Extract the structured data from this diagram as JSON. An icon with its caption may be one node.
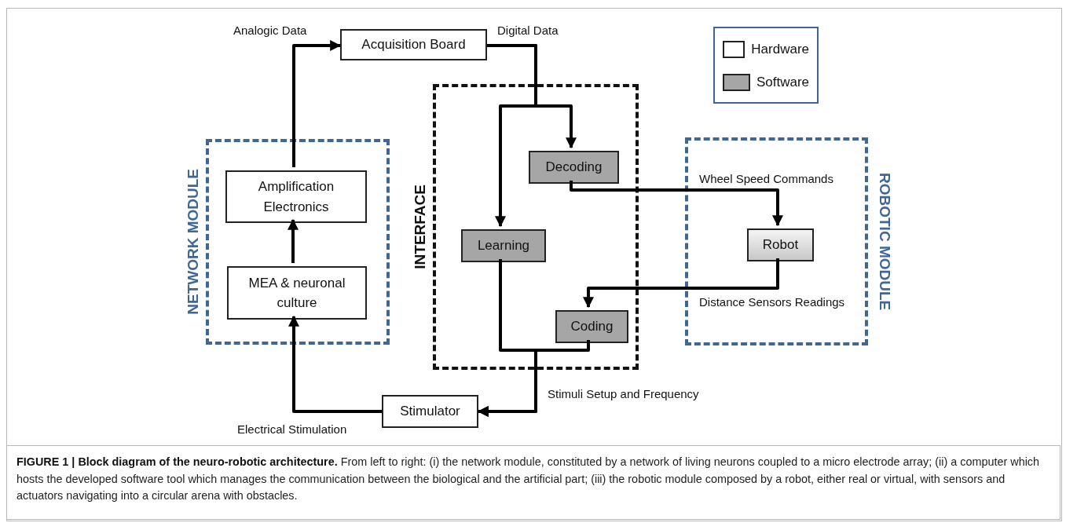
{
  "diagram": {
    "nodes": [
      {
        "text": [
          "NETWORK MODULE"
        ]
      },
      {
        "text": [
          "Amplification Electronics"
        ],
        "in": 0
      },
      {
        "text": [
          "MEA & neuronal culture"
        ],
        "in": 0
      },
      {
        "text": [
          "Acquisition Board"
        ]
      },
      {
        "text": [
          "INTERFACE"
        ]
      },
      {
        "text": [
          "Decoding"
        ],
        "in": 4
      },
      {
        "text": [
          "Learning"
        ],
        "in": 4
      },
      {
        "text": [
          "Coding"
        ],
        "in": 4
      },
      {
        "text": [
          "ROBOTIC MODULE"
        ]
      },
      {
        "text": [
          "Robot"
        ],
        "in": 8
      },
      {
        "text": [
          "Stimulator"
        ]
      }
    ],
    "edges": [
      {
        "from": 2,
        "to": 1,
        "arrow": "to"
      },
      {
        "from": 1,
        "to": 3,
        "arrow": "to",
        "label": "Analogic Data"
      },
      {
        "from": 3,
        "to": 5,
        "arrow": "to",
        "label": "Digital Data"
      },
      {
        "from": 3,
        "to": 6,
        "arrow": "to"
      },
      {
        "from": 5,
        "to": 9,
        "arrow": "to",
        "label": "Wheel Speed Commands"
      },
      {
        "from": 9,
        "to": 7,
        "arrow": "to",
        "label": "Distance Sensors Readings"
      },
      {
        "from": 6,
        "to": 10,
        "arrow": "to",
        "label": "Stimuli Setup and Frequency"
      },
      {
        "from": 7,
        "to": 10,
        "arrow": "to"
      },
      {
        "from": 10,
        "to": 2,
        "arrow": "to",
        "label": "Electrical Stimulation"
      }
    ],
    "legend": [
      {
        "text": "Hardware",
        "color": "#ffffff"
      },
      {
        "text": "Software",
        "color": "#a6a6a6"
      }
    ],
    "caption": "**FIGURE 1 | Block diagram of the neuro-robotic architecture.** From left to right: (i) the network module, constituted by a network of living neurons coupled to a micro electrode array; (ii) a computer which hosts the developed software tool which manages the communication between the biological and the artificial part; (iii) the robotic module composed by a robot, either real or virtual, with sensors and actuators navigating into a circular arena with obstacles."
  }
}
